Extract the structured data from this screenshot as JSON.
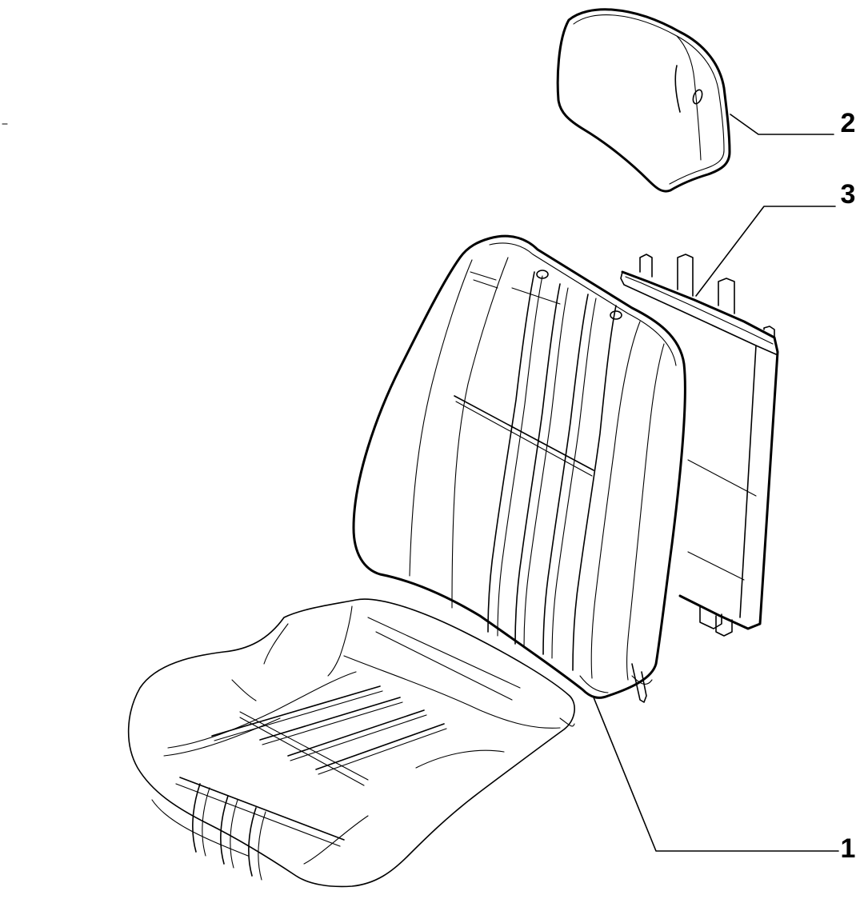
{
  "diagram": {
    "callouts": [
      {
        "id": "1",
        "label": "1",
        "part": "seat-cushion-and-backrest-cover"
      },
      {
        "id": "2",
        "label": "2",
        "part": "headrest"
      },
      {
        "id": "3",
        "label": "3",
        "part": "backrest-frame-panel"
      }
    ],
    "colors": {
      "background": "#ffffff",
      "ink": "#000000"
    }
  }
}
